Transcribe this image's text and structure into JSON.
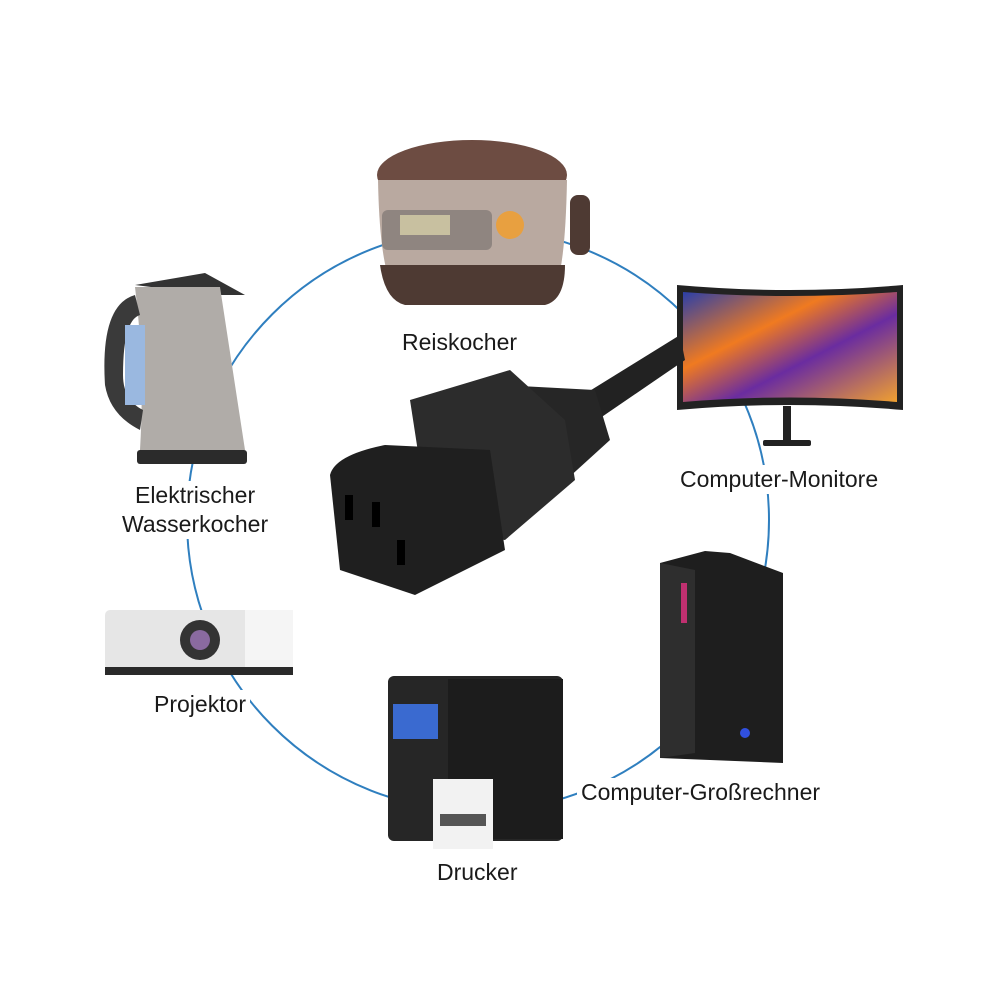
{
  "labels": {
    "rice_cooker": "Reiskocher",
    "kettle_line1": "Elektrischer",
    "kettle_line2": "Wasserkocher",
    "monitor": "Computer-Monitore",
    "projector": "Projektor",
    "printer": "Drucker",
    "computer": "Computer-Großrechner"
  },
  "colors": {
    "ring": "#2f7fbf",
    "connector": "#1f1f1f"
  }
}
